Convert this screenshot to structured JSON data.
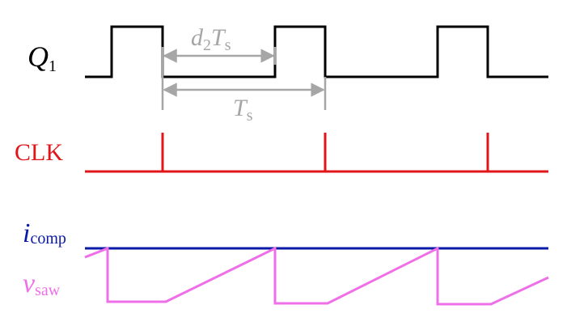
{
  "labels": {
    "q1": {
      "main": "Q",
      "sub": "1"
    },
    "clk": "CLK",
    "icomp": {
      "main": "i",
      "sub": "comp"
    },
    "vsaw": {
      "main": "v",
      "sub": "saw"
    },
    "d2ts": {
      "d": "d",
      "d_sub": "2",
      "t": "T",
      "t_sub": "s"
    },
    "ts": {
      "main": "T",
      "sub": "s"
    }
  },
  "colors": {
    "q1": "#000000",
    "clk": "#e0161b",
    "icomp": "#0a1aa8",
    "vsaw": "#ee6fe8",
    "dimension": "#a6a6a6",
    "background": "#ffffff"
  }
}
